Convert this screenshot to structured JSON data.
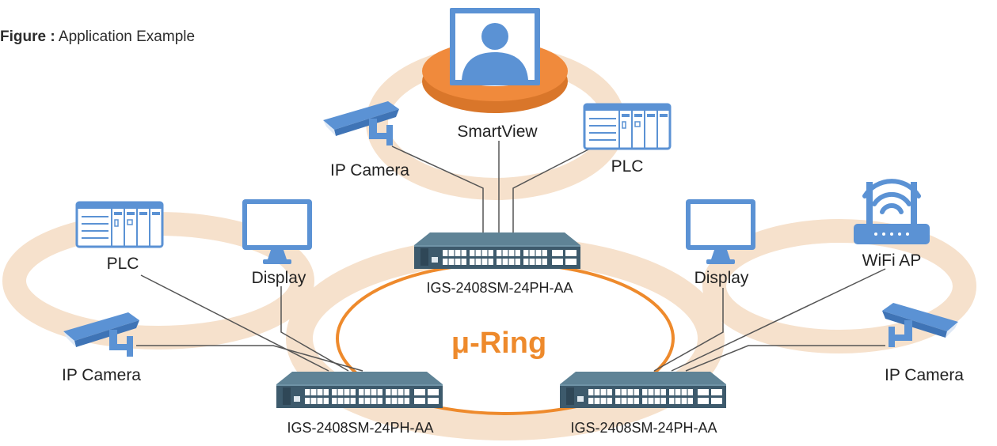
{
  "figure": {
    "label": "Figure :",
    "title": "Application Example"
  },
  "center": {
    "ring_label": "μ-Ring",
    "ring_color": "#ee8a2c"
  },
  "colors": {
    "background_ring": "#f6e1cc",
    "device_blue": "#5b92d4",
    "switch_body": "#4a6c80",
    "link_line": "#555555",
    "smartview_base": "#f08a3c"
  },
  "top_group": {
    "smartview": "SmartView",
    "camera": "IP Camera",
    "plc": "PLC",
    "switch": "IGS-2408SM-24PH-AA"
  },
  "left_group": {
    "plc": "PLC",
    "display": "Display",
    "camera": "IP Camera",
    "switch": "IGS-2408SM-24PH-AA"
  },
  "right_group": {
    "display": "Display",
    "wifi": "WiFi AP",
    "camera": "IP Camera",
    "switch": "IGS-2408SM-24PH-AA"
  },
  "icons": [
    "monitor-person-icon",
    "ip-camera-icon",
    "plc-icon",
    "display-icon",
    "wifi-router-icon",
    "ethernet-switch-icon"
  ]
}
